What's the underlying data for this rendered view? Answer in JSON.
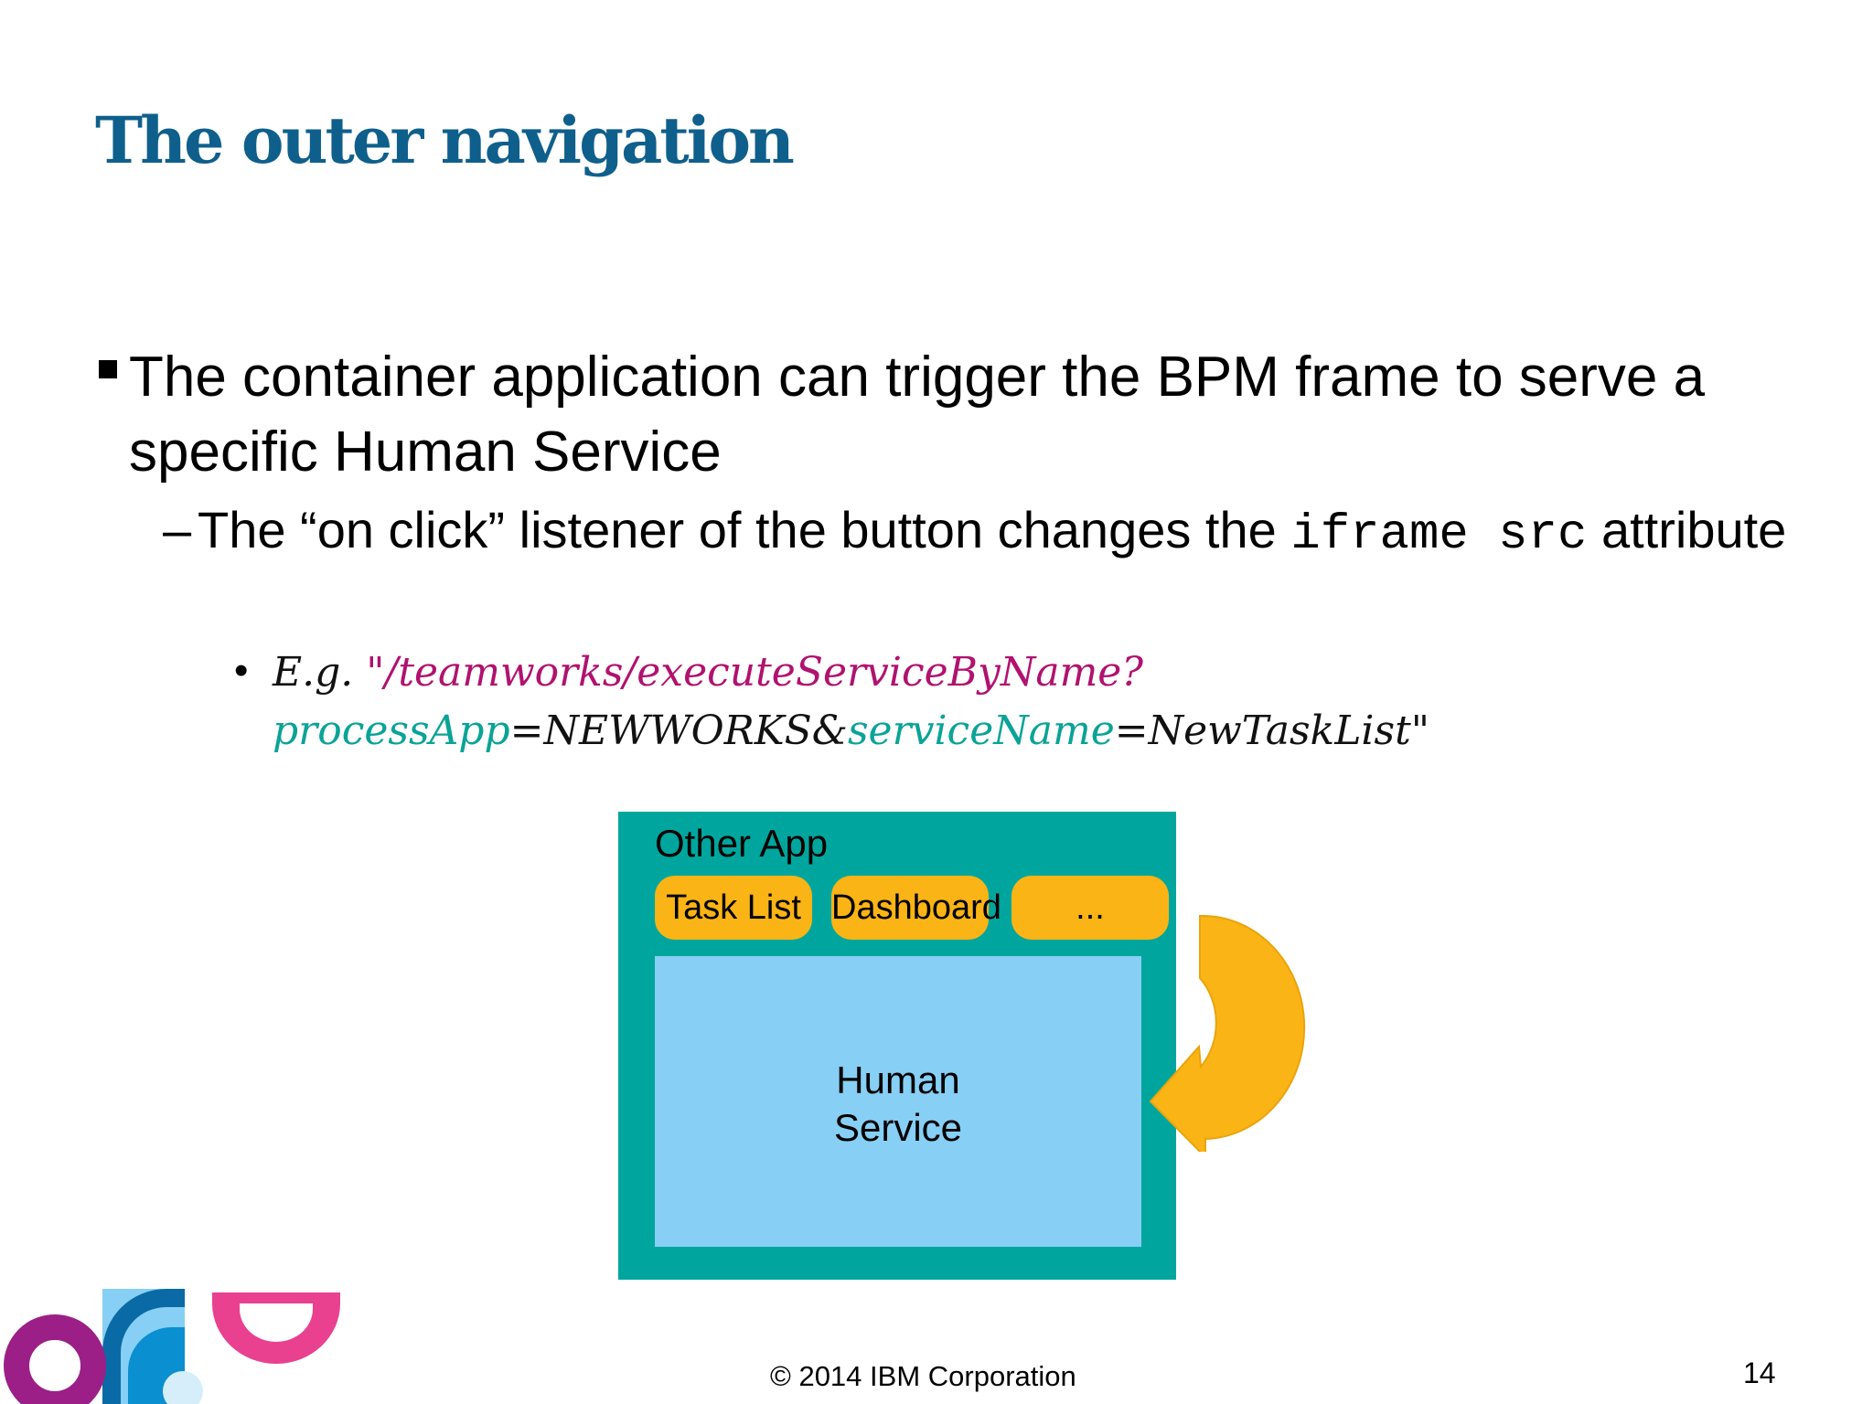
{
  "slide": {
    "title": "The outer navigation",
    "page_number": "14",
    "copyright": "© 2014 IBM Corporation"
  },
  "bullets": {
    "level1": {
      "marker": "▪",
      "text": "The container application can trigger the BPM frame to serve a specific Human Service"
    },
    "level2": {
      "marker": "–",
      "text_before": "The “on click” listener of the button changes the ",
      "code": "iframe src",
      "text_after": " attribute"
    },
    "level3": {
      "marker": "•",
      "parts": [
        {
          "text": "E.g. ",
          "color": "#111111"
        },
        {
          "text": "\"/teamworks/executeServiceByName?",
          "color": "#b0126f"
        },
        {
          "text": "processApp",
          "color": "#0aa397"
        },
        {
          "text": "=NEWWORKS&",
          "color": "#111111"
        },
        {
          "text": "serviceName",
          "color": "#0aa397"
        },
        {
          "text": "=NewTaskList\"",
          "color": "#111111"
        }
      ]
    }
  },
  "diagram": {
    "app_label": "Other App",
    "tabs": [
      "Task List",
      "Dashboard",
      "..."
    ],
    "service_label_line1": "Human",
    "service_label_line2": "Service",
    "colors": {
      "frame": "#00a69d",
      "tab": "#fbb415",
      "service_pane": "#87cff4",
      "arrow": "#fbb415"
    }
  },
  "colors": {
    "title": "#0f5f8c",
    "logo_magenta": "#9b1f86",
    "logo_pink": "#e9408f",
    "logo_blue": "#0a6aa6",
    "logo_light_blue": "#87cff4"
  }
}
